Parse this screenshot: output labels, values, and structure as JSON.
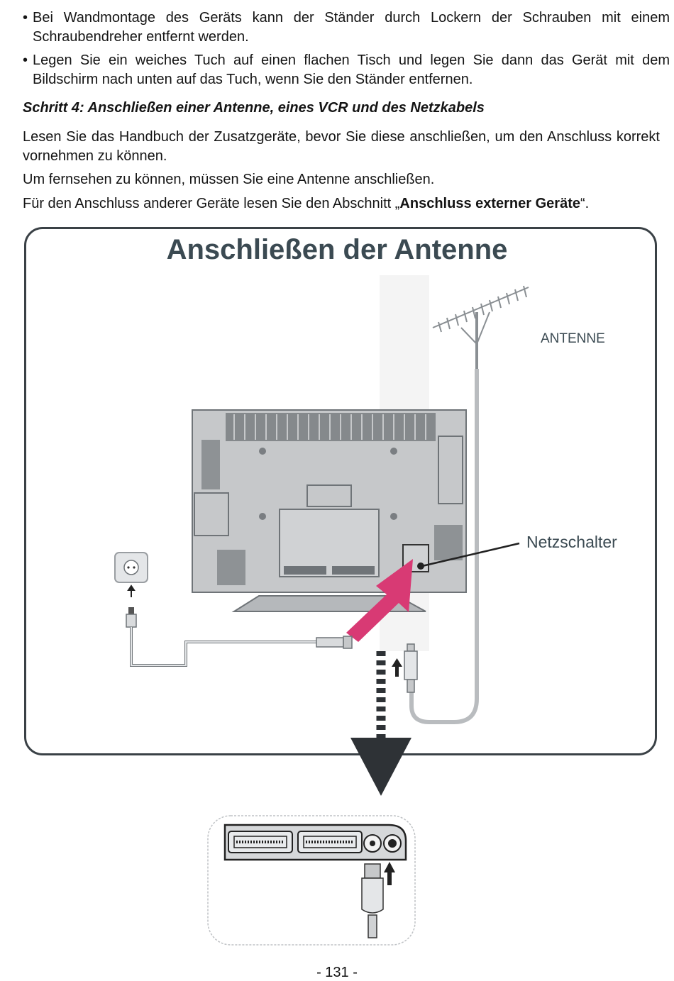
{
  "text": {
    "bullet_symbol": "•",
    "bullet1": "Bei Wandmontage des Geräts kann der Ständer durch Lockern der Schrauben mit einem Schraubendreher entfernt werden.",
    "bullet2": "Legen Sie ein weiches Tuch auf einen flachen Tisch und legen Sie dann das Gerät mit dem Bildschirm nach unten auf das Tuch, wenn Sie den Ständer entfernen.",
    "step_heading": "Schritt 4: Anschließen einer Antenne, eines VCR und des Netzkabels",
    "para1": "Lesen Sie das Handbuch der Zusatzgeräte, bevor Sie diese anschließen, um den Anschluss korrekt vornehmen zu können.",
    "para2": "Um fernsehen zu können, müssen Sie eine Antenne anschließen.",
    "para3_before": "Für den Anschluss anderer Geräte lesen Sie den Abschnitt „",
    "para3_bold": "Anschluss externer Geräte",
    "para3_after": "“."
  },
  "figure": {
    "title": "Anschließen der Antenne",
    "antenna_label": "ANTENNE",
    "switch_label": "Netzschalter"
  },
  "colors": {
    "arrow_pink": "#d83a74",
    "box_border": "#3a4146",
    "title_color": "#3b4a52"
  },
  "page": {
    "number": "- 131 -"
  }
}
